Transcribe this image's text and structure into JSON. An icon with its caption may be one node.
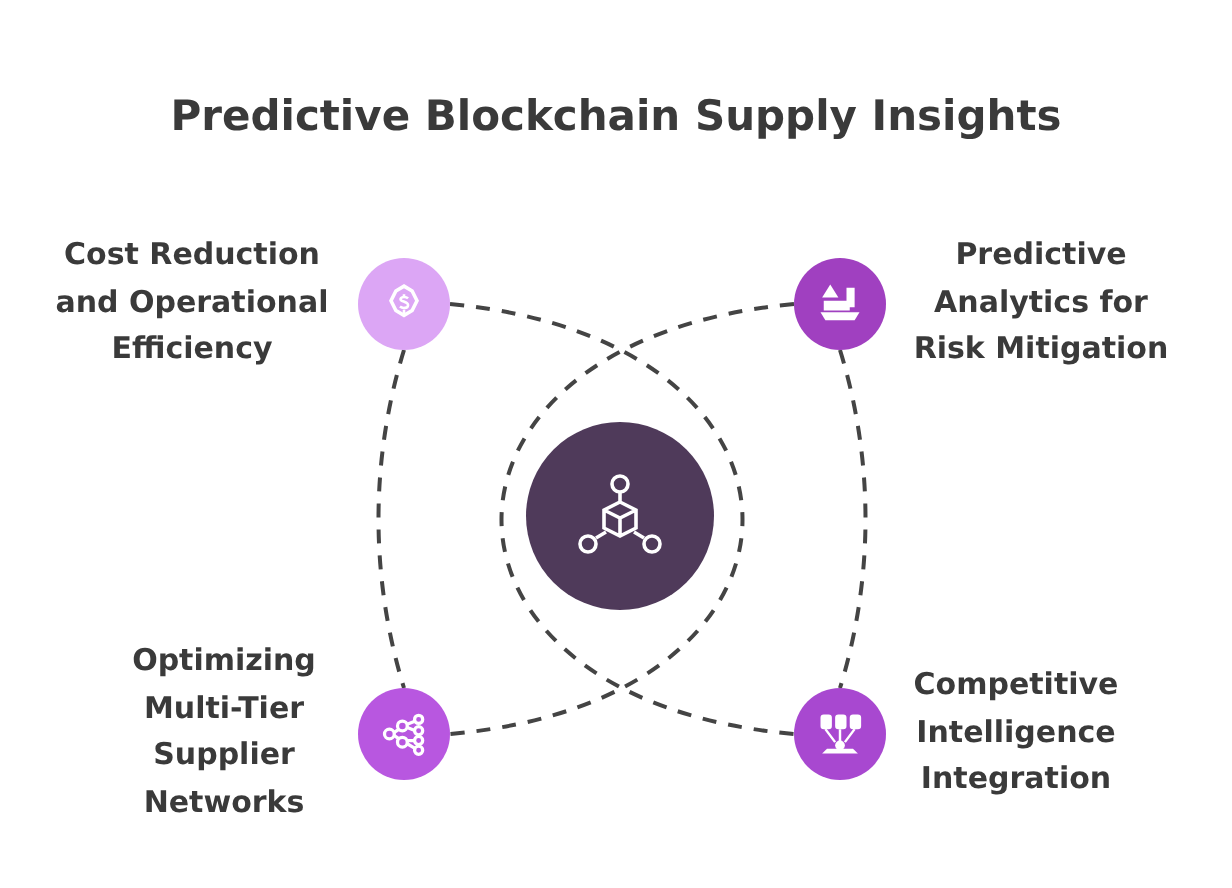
{
  "diagram": {
    "title": "Predictive Blockchain Supply Insights",
    "nodes": [
      {
        "text": [],
        "shape": "circle",
        "beside": [
          "Cost Reduction and Operational Efficiency"
        ]
      },
      {
        "text": [],
        "shape": "circle",
        "beside": [
          "Predictive Analytics for Risk Mitigation"
        ]
      },
      {
        "text": [],
        "shape": "circle",
        "beside": [
          "Optimizing Multi-Tier Supplier Networks"
        ]
      },
      {
        "text": [],
        "shape": "circle",
        "beside": [
          "Competitive Intelligence Integration"
        ]
      }
    ],
    "edges": [
      {
        "from": 0,
        "to": 2,
        "arrow": "none",
        "style": "dashed"
      },
      {
        "from": 0,
        "to": 2,
        "arrow": "none",
        "style": "dashed"
      },
      {
        "from": 1,
        "to": 3,
        "arrow": "none",
        "style": "dashed"
      },
      {
        "from": 1,
        "to": 3,
        "arrow": "none",
        "style": "dashed"
      }
    ]
  }
}
